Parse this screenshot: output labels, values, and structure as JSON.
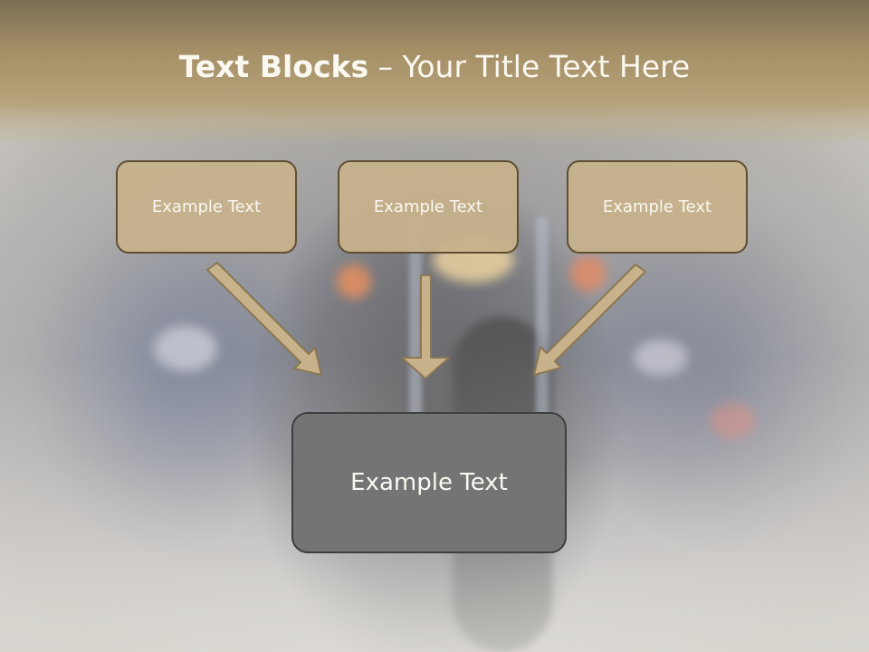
{
  "slide": {
    "title_bold": "Text Blocks",
    "title_rest": " – Your Title Text Here"
  },
  "blocks": {
    "left": "Example Text",
    "center": "Example Text",
    "right": "Example Text"
  },
  "target_block": "Example Text",
  "colors": {
    "title_band": "#a48f66",
    "block_fill": "#c7b28b",
    "block_border": "#5e4f33",
    "target_fill": "#747474",
    "arrow_fill": "#c7b28b",
    "text": "#fbf8f1"
  },
  "icons": {
    "arrows": [
      "arrow-down-right-icon",
      "arrow-down-icon",
      "arrow-down-left-icon"
    ]
  }
}
